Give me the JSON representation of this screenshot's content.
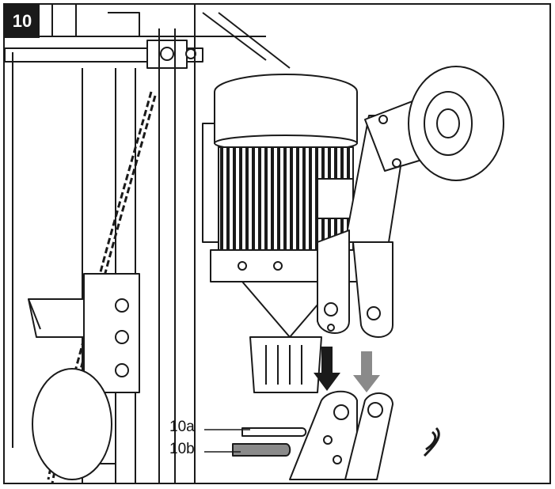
{
  "figure": {
    "step_number": "10",
    "callouts": {
      "a": "10a",
      "b": "10b"
    },
    "arrow_colors": {
      "primary": "#1a1a1a",
      "secondary": "#8a8a8a"
    }
  }
}
